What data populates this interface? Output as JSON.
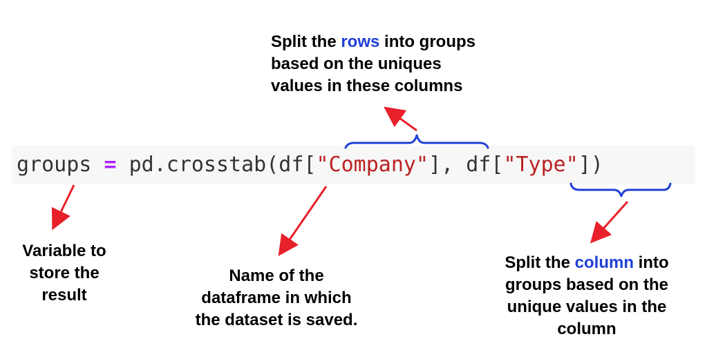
{
  "code": {
    "var": "groups",
    "eq": "=",
    "call": "pd.crosstab(df[",
    "arg1": "\"Company\"",
    "mid": "], df[",
    "arg2": "\"Type\"",
    "end": "])"
  },
  "notes": {
    "rows": {
      "line1_pre": "Split the ",
      "line1_hl": "rows",
      "line1_post": " into groups",
      "line2": "based on the uniques",
      "line3": "values in these columns"
    },
    "variable": {
      "line1": "Variable to",
      "line2": "store the",
      "line3": "result"
    },
    "dataframe": {
      "line1": "Name of the",
      "line2": "dataframe in which",
      "line3": "the dataset is saved."
    },
    "column": {
      "line1_pre": "Split the ",
      "line1_hl": "column",
      "line1_post": " into",
      "line2": "groups based on the",
      "line3": "unique values in the",
      "line4": "column"
    }
  },
  "colors": {
    "highlight": "#1f3fd6",
    "brace": "#1f3fd6",
    "arrow": "#e8202a",
    "string": "#ba2121",
    "operator": "#aa22ff"
  }
}
